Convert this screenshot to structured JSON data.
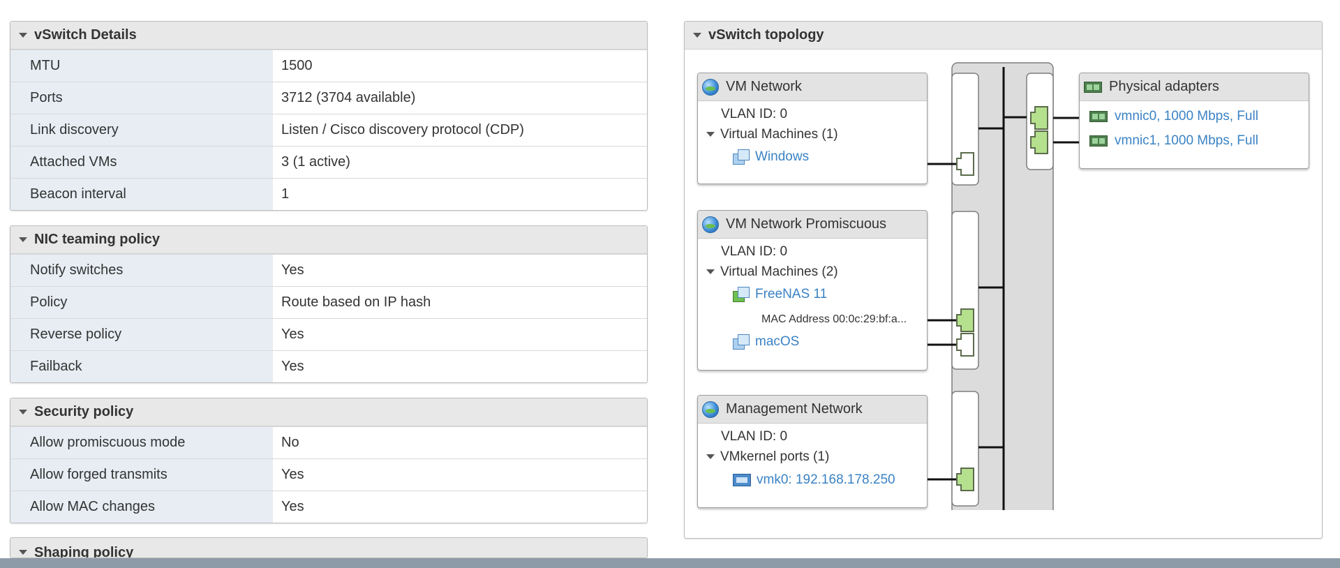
{
  "vswitch_details": {
    "title": "vSwitch Details",
    "rows": [
      {
        "label": "MTU",
        "value": "1500"
      },
      {
        "label": "Ports",
        "value": "3712 (3704 available)"
      },
      {
        "label": "Link discovery",
        "value": "Listen / Cisco discovery protocol (CDP)"
      },
      {
        "label": "Attached VMs",
        "value": "3 (1 active)"
      },
      {
        "label": "Beacon interval",
        "value": "1"
      }
    ]
  },
  "nic_teaming": {
    "title": "NIC teaming policy",
    "rows": [
      {
        "label": "Notify switches",
        "value": "Yes"
      },
      {
        "label": "Policy",
        "value": "Route based on IP hash"
      },
      {
        "label": "Reverse policy",
        "value": "Yes"
      },
      {
        "label": "Failback",
        "value": "Yes"
      }
    ]
  },
  "security": {
    "title": "Security policy",
    "rows": [
      {
        "label": "Allow promiscuous mode",
        "value": "No"
      },
      {
        "label": "Allow forged transmits",
        "value": "Yes"
      },
      {
        "label": "Allow MAC changes",
        "value": "Yes"
      }
    ]
  },
  "shaping": {
    "title": "Shaping policy"
  },
  "topology": {
    "title": "vSwitch topology",
    "port_groups": [
      {
        "name": "VM Network",
        "vlan": "VLAN ID: 0",
        "group_label": "Virtual Machines (1)",
        "items": [
          {
            "name": "Windows"
          }
        ]
      },
      {
        "name": "VM Network Promiscuous",
        "vlan": "VLAN ID: 0",
        "group_label": "Virtual Machines (2)",
        "items": [
          {
            "name": "FreeNAS 11",
            "mac": "MAC Address 00:0c:29:bf:a..."
          },
          {
            "name": "macOS"
          }
        ]
      },
      {
        "name": "Management Network",
        "vlan": "VLAN ID: 0",
        "group_label": "VMkernel ports (1)",
        "items": [
          {
            "name": "vmk0: 192.168.178.250"
          }
        ]
      }
    ],
    "physical": {
      "title": "Physical adapters",
      "adapters": [
        {
          "name": "vmnic0, 1000 Mbps, Full"
        },
        {
          "name": "vmnic1, 1000 Mbps, Full"
        }
      ]
    },
    "colors": {
      "port_active": "#b5e08d",
      "port_border": "#5b6b4c",
      "switch_bg": "#dcdcdc",
      "link": "#3a82c4"
    }
  }
}
